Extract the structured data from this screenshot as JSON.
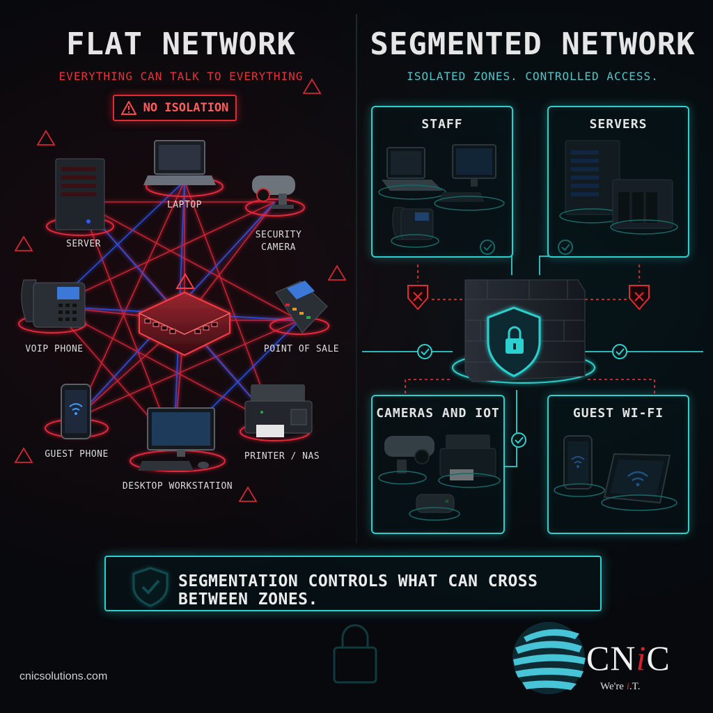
{
  "left": {
    "title": "FLAT NETWORK",
    "subtitle": "EVERYTHING CAN TALK TO EVERYTHING",
    "badge": "NO ISOLATION",
    "devices": {
      "server": "SERVER",
      "laptop": "LAPTOP",
      "camera_l1": "SECURITY",
      "camera_l2": "CAMERA",
      "voip": "VOIP PHONE",
      "pos": "POINT OF SALE",
      "guest_phone": "GUEST PHONE",
      "desktop": "DESKTOP WORKSTATION",
      "printer": "PRINTER / NAS"
    }
  },
  "right": {
    "title": "SEGMENTED NETWORK",
    "subtitle": "ISOLATED ZONES. CONTROLLED ACCESS.",
    "zones": {
      "staff": "STAFF",
      "servers": "SERVERS",
      "cameras": "CAMERAS AND IOT",
      "guest": "GUEST WI-FI"
    }
  },
  "banner": {
    "text": "SEGMENTATION CONTROLS WHAT CAN CROSS BETWEEN ZONES."
  },
  "footer": {
    "website": "cnicsolutions.com",
    "logo_pre": "CN",
    "logo_i": "i",
    "logo_post": "C",
    "tagline_pre": "We're ",
    "tagline_it": "i",
    "tagline_post": ".T."
  },
  "colors": {
    "danger": "#e12a33",
    "accent": "#2bd1cf",
    "blue_link": "#2f5bff"
  }
}
